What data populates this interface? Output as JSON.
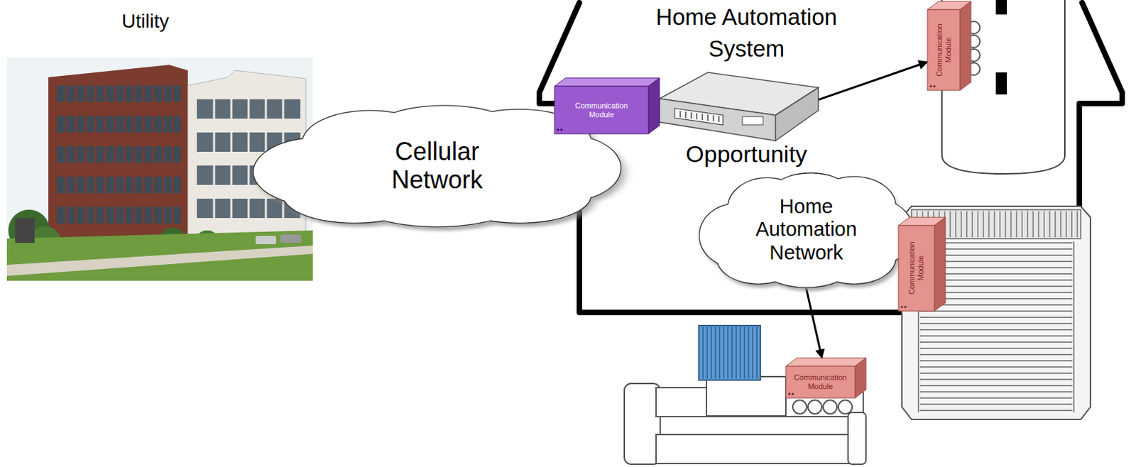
{
  "diagram": {
    "nodes": [
      {
        "text": [
          "Utility"
        ]
      },
      {
        "text": [
          "Cellular Network"
        ]
      },
      {
        "text": [
          "Home Automation System"
        ]
      },
      {
        "text": [
          "Communication Module"
        ]
      },
      {
        "text": [
          "Home Automation Network"
        ]
      },
      {
        "text": [
          "Communication Module"
        ]
      },
      {
        "text": [
          "Communication Module"
        ]
      },
      {
        "text": [
          "Communication Module"
        ]
      }
    ],
    "edges": [
      {
        "from": 2,
        "to": 5,
        "arrow": "to"
      },
      {
        "from": 4,
        "to": 7,
        "arrow": "to"
      }
    ],
    "labels": [
      "Opportunity"
    ]
  }
}
